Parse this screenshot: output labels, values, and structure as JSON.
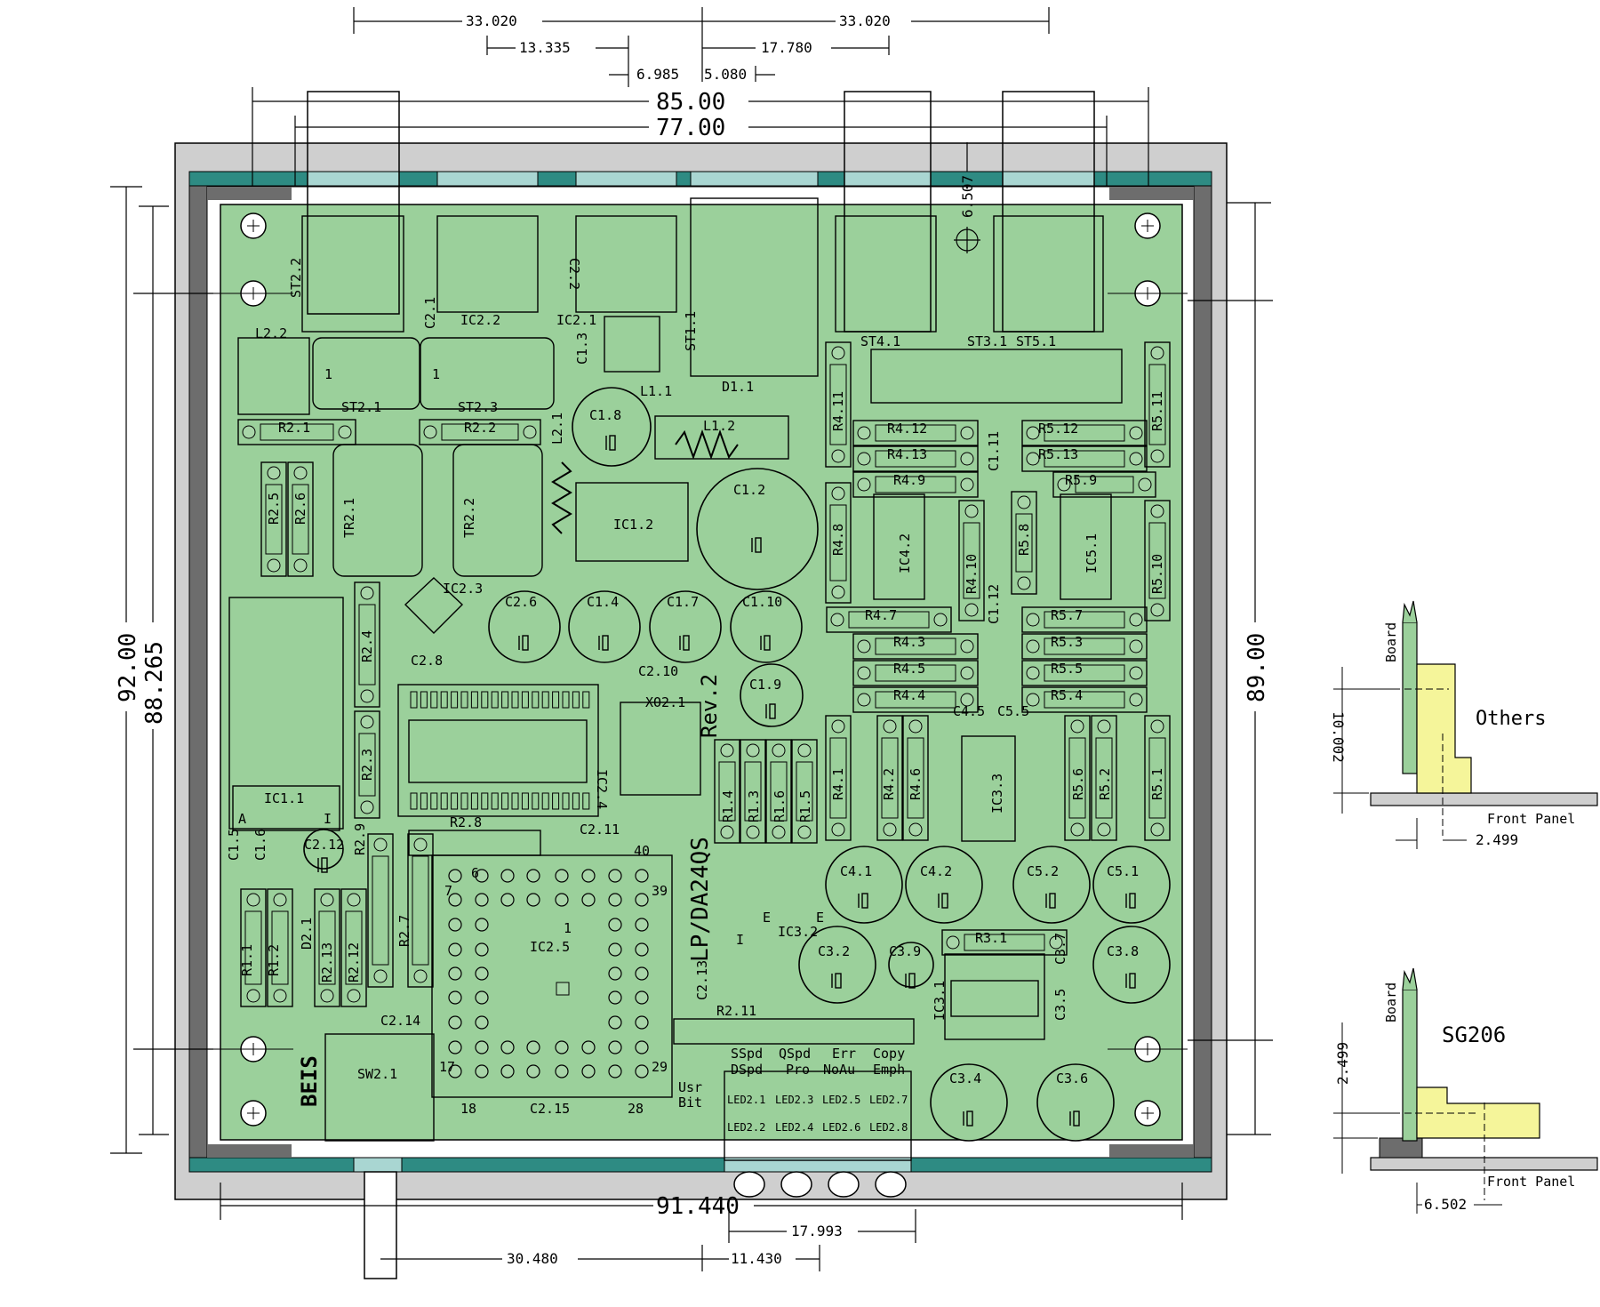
{
  "dimensions": {
    "top": [
      "33.020",
      "33.020",
      "13.335",
      "17.780",
      "6.985",
      "5.080",
      "85.00",
      "77.00",
      "6.507"
    ],
    "left": [
      "92.00",
      "88.265"
    ],
    "right": [
      "89.00"
    ],
    "bottom": [
      "91.440",
      "17.993",
      "30.480",
      "11.430"
    ]
  },
  "board_text": {
    "rev": "Rev.2",
    "model": "LP/DA24QS",
    "brand": "BEIS",
    "led_labels_top": [
      "SSpd",
      "QSpd",
      "Err",
      "Copy"
    ],
    "led_labels_bottom": [
      "DSpd",
      "Pro",
      "NoAu",
      "Emph"
    ],
    "usr": "Usr",
    "bit": "Bit"
  },
  "components": {
    "connectors": [
      "ST2.2",
      "IC2.2",
      "IC2.1",
      "ST1.1",
      "ST4.1",
      "ST3.1",
      "ST5.1",
      "ST2.1",
      "ST2.3"
    ],
    "resistors": [
      "R2.1",
      "R2.2",
      "R2.5",
      "R2.6",
      "R2.4",
      "R2.3",
      "R2.8",
      "R2.9",
      "R2.7",
      "R2.13",
      "R2.12",
      "R1.1",
      "R1.2",
      "R1.4",
      "R1.3",
      "R1.6",
      "R1.5",
      "R4.11",
      "R4.12",
      "R4.13",
      "R4.9",
      "R4.8",
      "R4.7",
      "R4.3",
      "R4.5",
      "R4.4",
      "R4.1",
      "R4.2",
      "R4.6",
      "R4.10",
      "R5.11",
      "R5.12",
      "R5.13",
      "R5.9",
      "R5.8",
      "R5.10",
      "R5.7",
      "R5.3",
      "R5.5",
      "R5.4",
      "R5.6",
      "R5.2",
      "R5.1",
      "R3.1",
      "R2.11"
    ],
    "ics": [
      "IC1.1",
      "IC1.2",
      "IC2.3",
      "IC2.4",
      "IC2.5",
      "IC3.1",
      "IC3.2",
      "IC3.3",
      "IC4.2",
      "IC5.1",
      "SW2.1",
      "XO2.1",
      "TR2.1",
      "TR2.2",
      "L1.1",
      "L1.2",
      "L2.1",
      "L2.2",
      "D1.1",
      "D2.1"
    ],
    "caps": [
      "C1.8",
      "C1.2",
      "C2.6",
      "C1.4",
      "C1.7",
      "C1.10",
      "C1.9",
      "C4.1",
      "C4.2",
      "C5.2",
      "C5.1",
      "C3.2",
      "C3.9",
      "C3.8",
      "C3.4",
      "C3.6",
      "C2.12",
      "C2.8",
      "C2.10",
      "C2.11",
      "C2.14",
      "C2.15",
      "C2.13",
      "C1.11",
      "C1.12",
      "C4.5",
      "C5.5",
      "C1.5",
      "C1.6",
      "C2.1",
      "C2.2",
      "C1.3",
      "C3.5",
      "C3.7"
    ],
    "pins": [
      "1",
      "1",
      "6",
      "7",
      "1",
      "39",
      "40",
      "17",
      "18",
      "28",
      "29",
      "A",
      "I",
      "E",
      "I",
      "E"
    ],
    "leds": [
      "LED2.1",
      "LED2.2",
      "LED2.3",
      "LED2.4",
      "LED2.5",
      "LED2.6",
      "LED2.7",
      "LED2.8"
    ]
  },
  "side_views": [
    {
      "title": "Others",
      "board": "Board",
      "panel": "Front Panel",
      "dims": [
        "10.002",
        "2.499"
      ]
    },
    {
      "title": "SG206",
      "board": "Board",
      "panel": "Front Panel",
      "dims": [
        "2.499",
        "6.502"
      ]
    }
  ],
  "colors": {
    "board": "#9bd09b",
    "enclosure": "#cfcfcf",
    "enclosure_dark": "#6d6d6d",
    "teal": "#2e8b83",
    "window": "#a9d6d2",
    "bracket": "#f5f59a"
  }
}
